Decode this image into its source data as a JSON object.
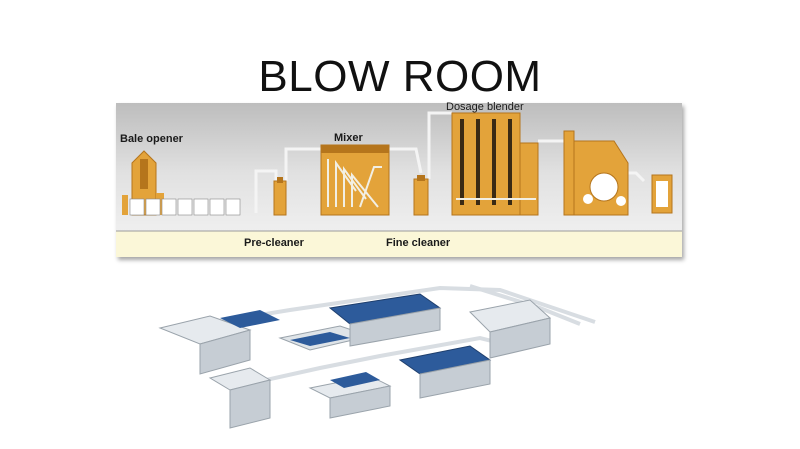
{
  "title": "BLOW ROOM",
  "labels": {
    "bale_opener": "Bale opener",
    "mixer": "Mixer",
    "dosage_blender": "Dosage blender",
    "pre_cleaner": "Pre-cleaner",
    "fine_cleaner": "Fine cleaner"
  },
  "colors": {
    "machine": "#e3a33a",
    "machine_dark": "#b5751c",
    "panel_top": "#c7c7c7",
    "panel_bottom": "#fbf7d8",
    "bale": "#ffffff",
    "pipe": "#f4f4f4",
    "steel": "#c9d2da",
    "blue": "#2d5b9b"
  }
}
